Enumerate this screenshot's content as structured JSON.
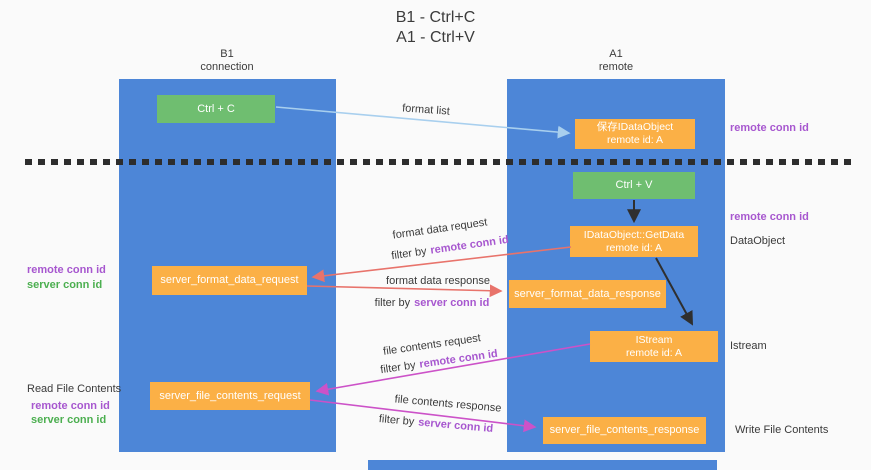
{
  "title": {
    "line1": "B1 - Ctrl+C",
    "line2": "A1 - Ctrl+V"
  },
  "lanes": {
    "left": {
      "name": "B1",
      "role": "connection"
    },
    "right": {
      "name": "A1",
      "role": "remote"
    }
  },
  "boxes": {
    "ctrl_c": {
      "label": "Ctrl + C"
    },
    "saved_idataobject": {
      "line1": "保存IDataObject",
      "line2": "remote id: A"
    },
    "ctrl_v": {
      "label": "Ctrl + V"
    },
    "getdata": {
      "line1": "IDataObject::GetData",
      "line2": "remote id: A"
    },
    "format_request": {
      "label": "server_format_data_request"
    },
    "format_response": {
      "label": "server_format_data_response"
    },
    "istream": {
      "line1": "IStream",
      "line2": "remote id: A"
    },
    "file_request": {
      "label": "server_file_contents_request"
    },
    "file_response": {
      "label": "server_file_contents_response"
    }
  },
  "arrow_labels": {
    "format_list": "format list",
    "format_data_request": "format data request",
    "format_data_response": "format data response",
    "file_contents_request": "file contents request",
    "file_contents_response": "file contents response",
    "filter_prefix": "filter by",
    "remote_conn_id": "remote conn id",
    "server_conn_id": "server conn id"
  },
  "side_labels": {
    "remote_conn_id": "remote conn id",
    "server_conn_id": "server conn id",
    "dataobject": "DataObject",
    "istream": "Istream",
    "read_file_contents": "Read File Contents",
    "write_file_contents": "Write File Contents"
  },
  "colors": {
    "lane_blue": "#4d86d7",
    "box_green": "#6fbe70",
    "box_orange": "#fbb046",
    "arrow_red": "#e8736b",
    "arrow_magenta": "#cc52c8",
    "arrow_blue": "#a8cfee",
    "arrow_black": "#2f2f2f",
    "text_purple": "#a757cf",
    "text_green": "#4caf50"
  }
}
